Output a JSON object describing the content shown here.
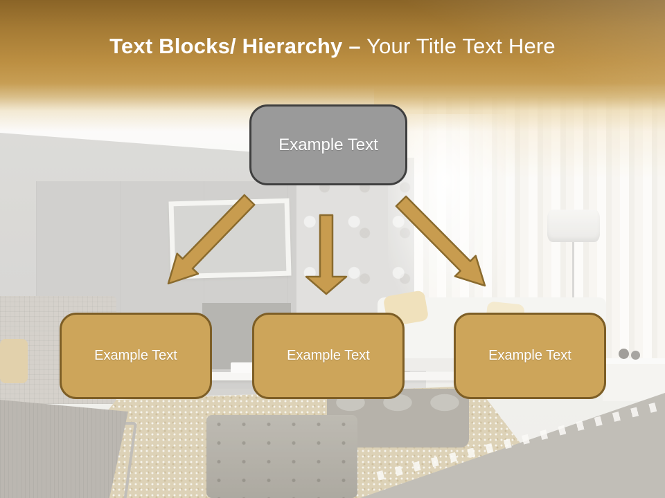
{
  "slide": {
    "title": {
      "bold_text": "Text Blocks/ Hierarchy",
      "dash": "–",
      "regular_text": "Your Title Text Here"
    },
    "nodes": {
      "root": {
        "label": "Example Text"
      },
      "children": [
        {
          "label": "Example Text"
        },
        {
          "label": "Example Text"
        },
        {
          "label": "Example Text"
        }
      ]
    },
    "colors": {
      "band_gold_dark": "#8a6427",
      "band_gold": "#bc8f42",
      "node_gold_fill": "#cda55a",
      "node_gold_border": "#7d5e26",
      "node_gray_fill": "#9a9a9a",
      "node_gray_border": "#3f3f3f",
      "arrow_fill": "#c89c4f",
      "arrow_stroke": "#8a6b2e",
      "title_color": "#ffffff"
    }
  }
}
